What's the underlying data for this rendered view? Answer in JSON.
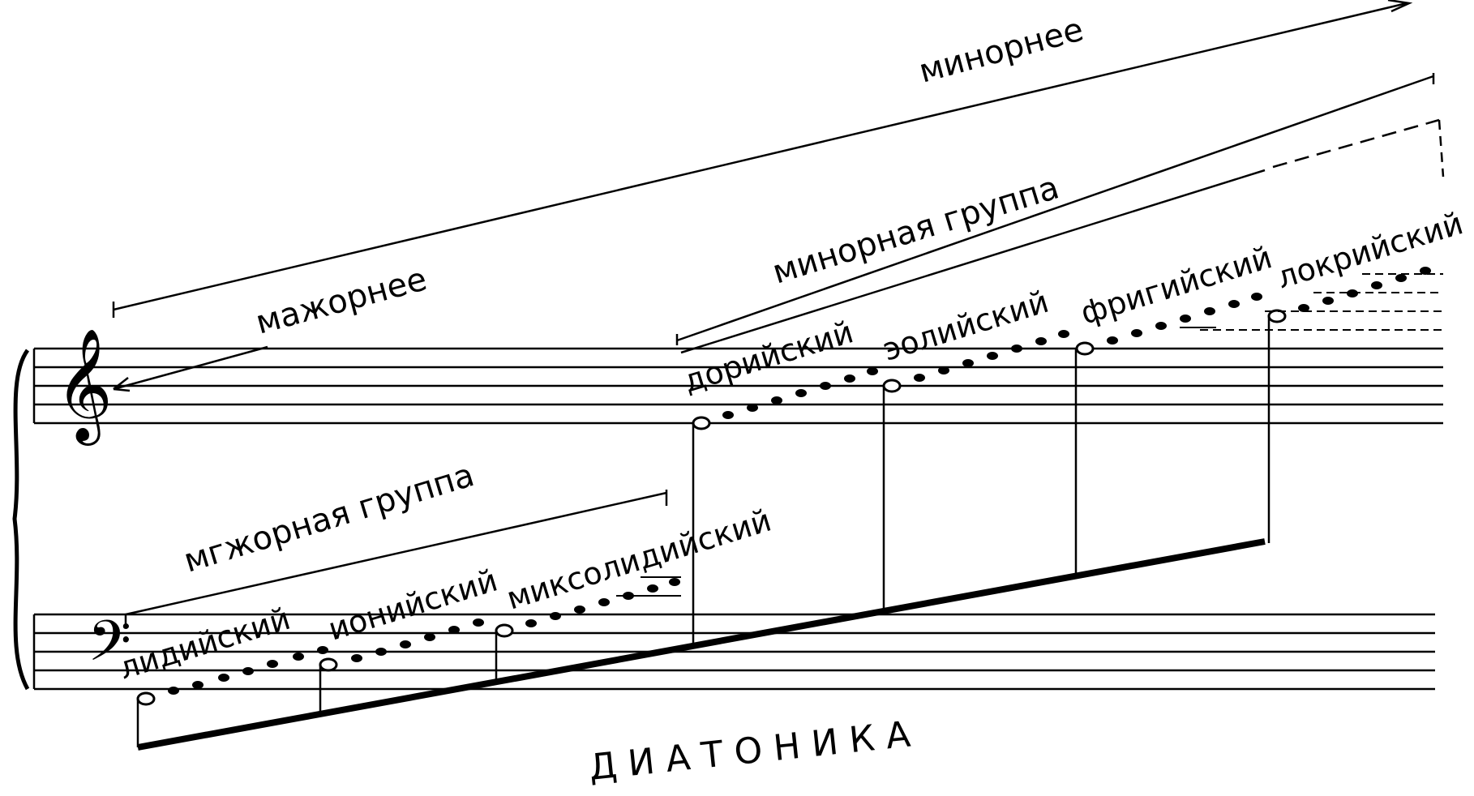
{
  "arcs": {
    "more_major": "мажорнее",
    "more_minor": "минорнее"
  },
  "groups": {
    "major_group": "мгжорная группа",
    "minor_group": "минорная группа"
  },
  "modes": {
    "lydian": "лидийский",
    "ionian": "ионийский",
    "mixolydian": "миксолидийский",
    "dorian": "дорийский",
    "aeolian": "эолийский",
    "phrygian": "фригийский",
    "locrian": "локрийский"
  },
  "caption": "ДИАТОНИКА",
  "icons": {
    "treble_clef": "𝄞",
    "bass_clef": "𝄢"
  }
}
